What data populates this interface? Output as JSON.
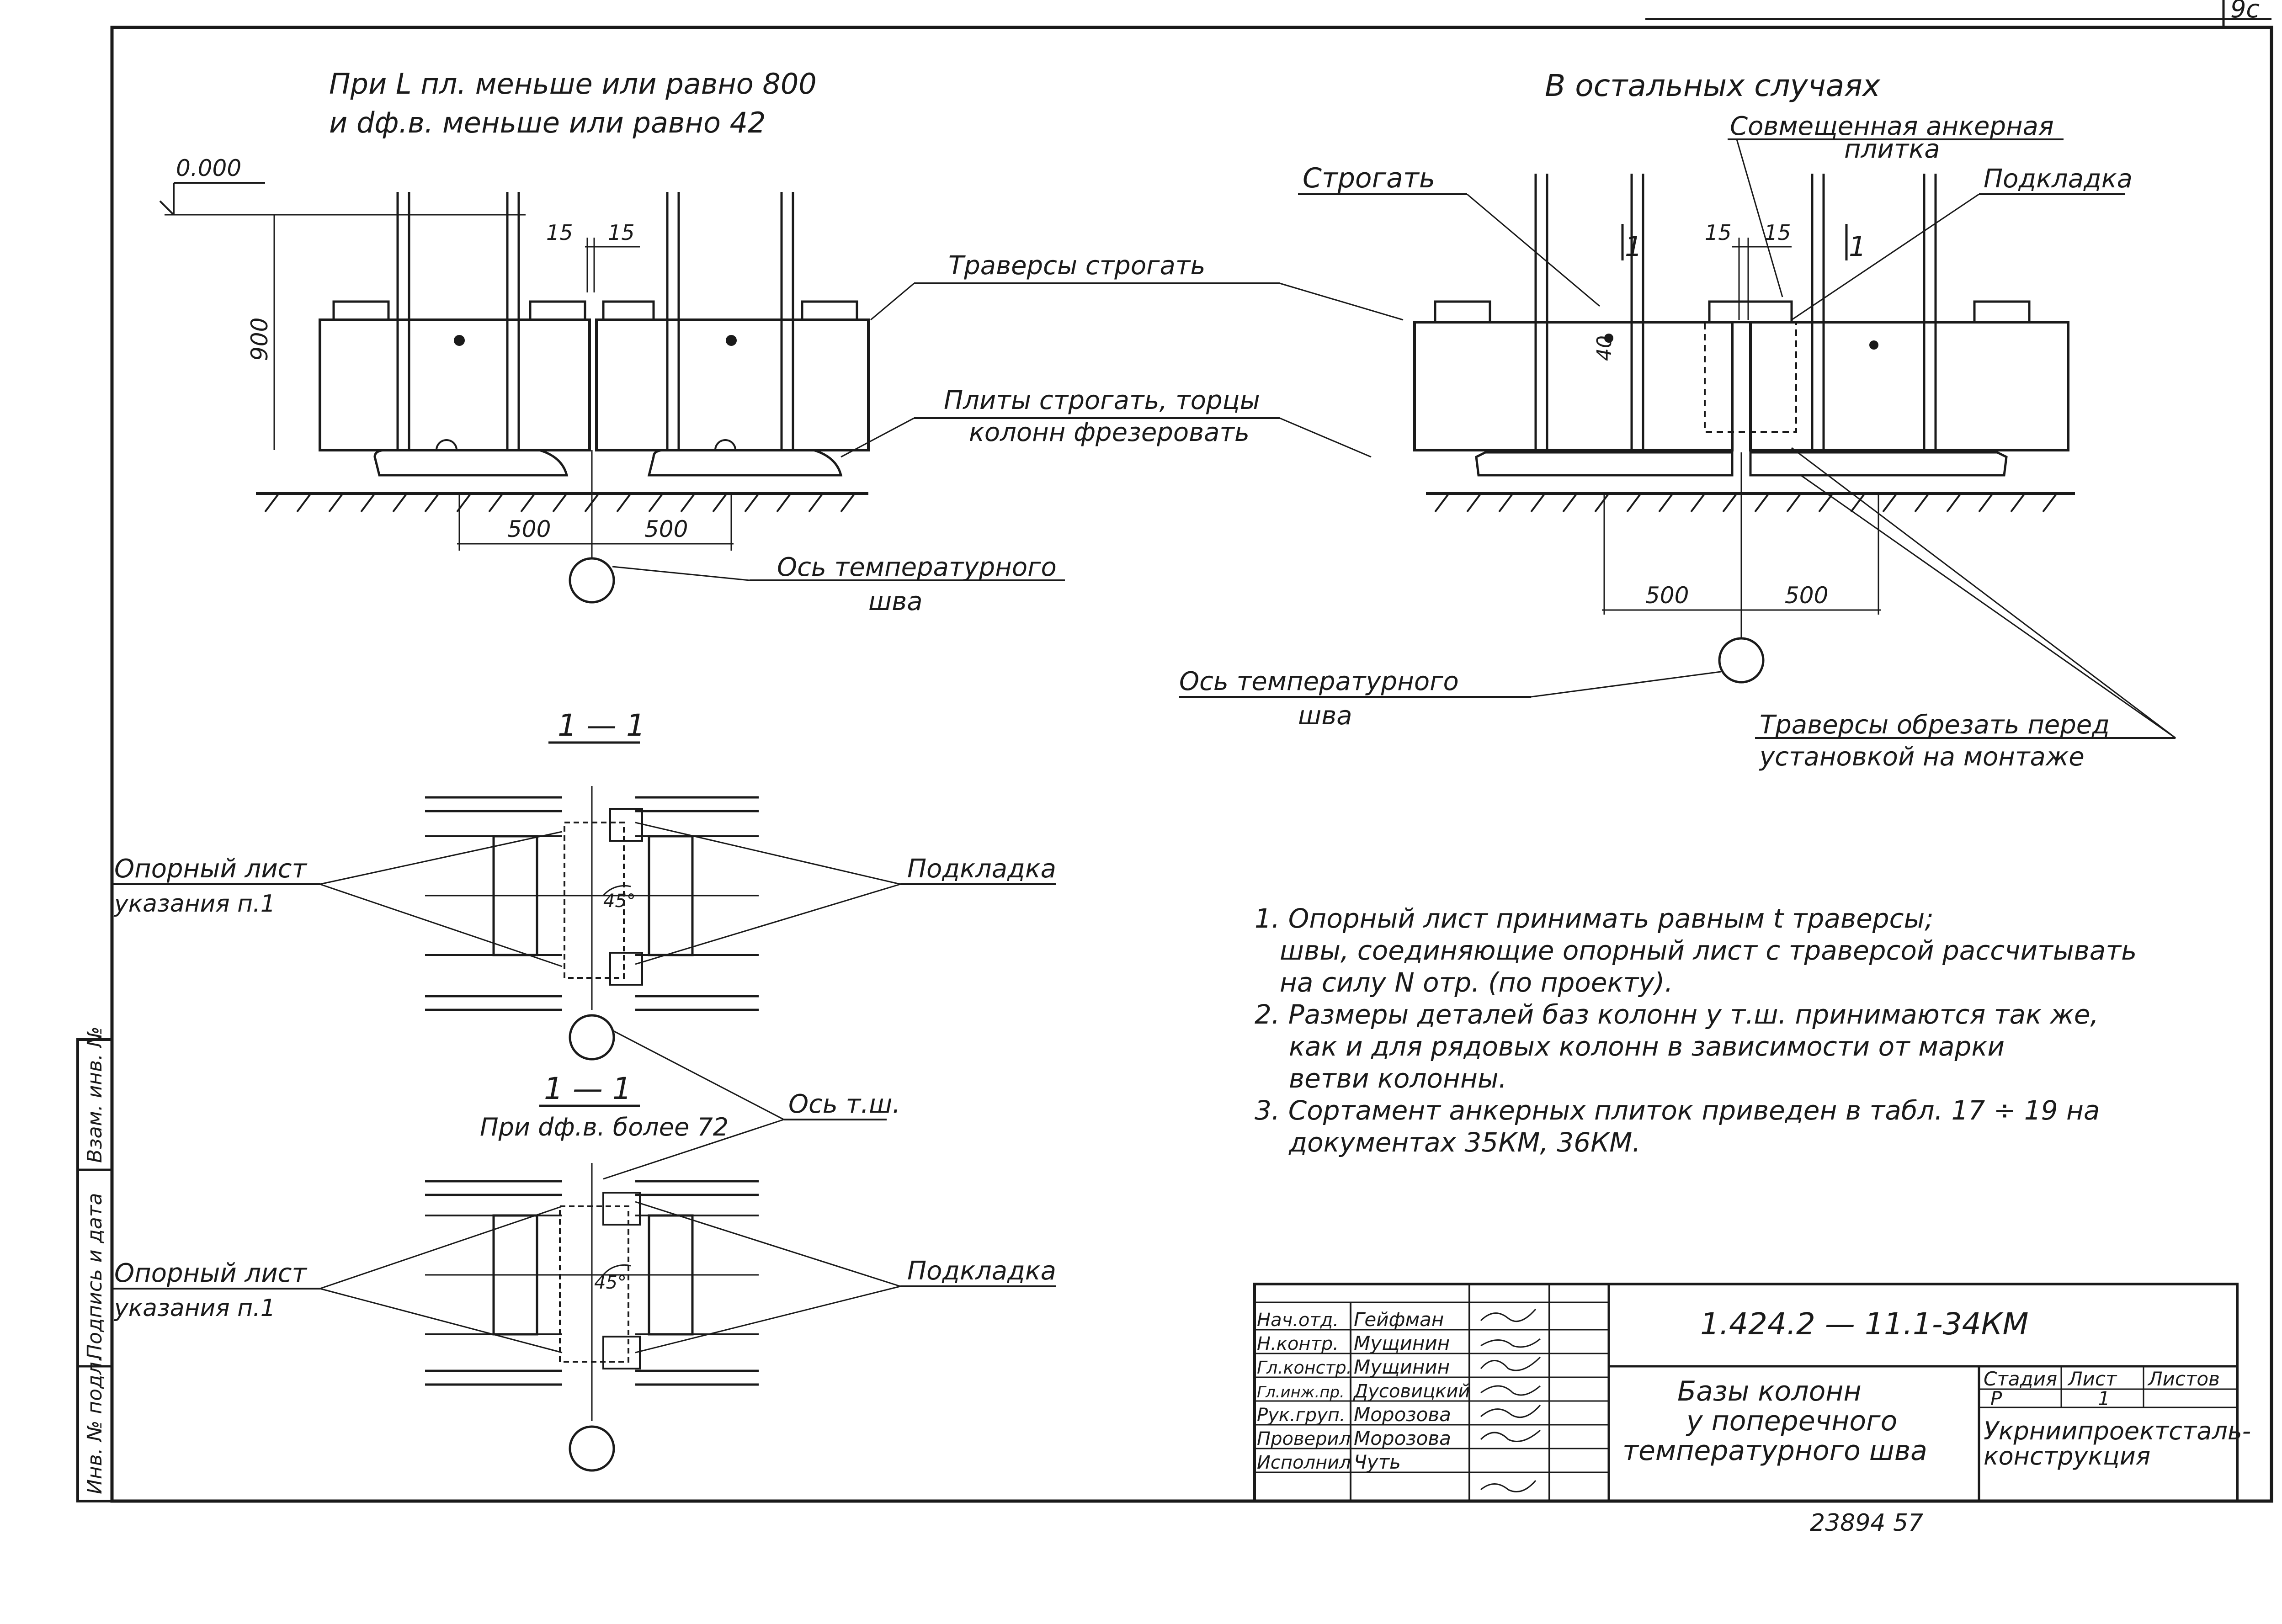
{
  "sheet_mark": "9с",
  "left_view": {
    "heading_1": "При L пл. меньше или равно 800",
    "heading_2": "и dф.в. меньше или равно 42",
    "level": "0.000",
    "height": "900",
    "gap_left": "15",
    "gap_right": "15",
    "dim_left": "500",
    "dim_right": "500",
    "axis_1": "Ось температурного",
    "axis_2": "шва"
  },
  "middle_labels": {
    "traverse_1": "Траверсы строгать",
    "plates_1": "Плиты строгать, торцы",
    "plates_2": "колонн фрезеровать"
  },
  "right_view": {
    "heading": "В остальных случаях",
    "combined_1": "Совмещенная анкерная",
    "combined_2": "плитка",
    "plane": "Строгать",
    "shim": "Подкладка",
    "section_mark": "1",
    "gap_left": "15",
    "gap_right": "15",
    "offset": "40",
    "dim_left": "500",
    "dim_right": "500",
    "axis_1": "Ось температурного",
    "axis_2": "шва",
    "cut_1": "Траверсы обрезать перед",
    "cut_2": "установкой на монтаже"
  },
  "section_a": {
    "title": "1 — 1",
    "support_1": "Опорный лист",
    "support_2": "указания п.1",
    "shim": "Подкладка",
    "angle": "45°"
  },
  "section_b": {
    "title": "1 — 1",
    "subtitle": "При dф.в. более 72",
    "axis": "Ось т.ш.",
    "support_1": "Опорный лист",
    "support_2": "указания п.1",
    "shim": "Подкладка",
    "angle": "45°"
  },
  "notes": [
    "1. Опорный лист принимать равным t траверсы;",
    "швы, соединяющие опорный лист с траверсой рассчитывать",
    "на силу N отр. (по проекту).",
    "2. Размеры деталей баз колонн у т.ш. принимаются так же,",
    "как и для рядовых колонн в зависимости от марки",
    "ветви колонны.",
    "3. Сортамент анкерных плиток приведен в табл. 17 ÷ 19 на",
    "документах 35КМ, 36КМ."
  ],
  "left_strip": {
    "inv_orig": "Инв. № подл.",
    "sign_date": "Подпись и дата",
    "replace_inv": "Взам. инв. №"
  },
  "title_block": {
    "code": "1.424.2 — 11.1-34КМ",
    "title_1": "Базы колонн",
    "title_2": "у поперечного",
    "title_3": "температурного шва",
    "stage_label": "Стадия",
    "sheet_label": "Лист",
    "sheets_label": "Листов",
    "stage": "Р",
    "sheet": "1",
    "org_1": "Укрниипроектсталь-",
    "org_2": "конструкция",
    "staff": [
      {
        "role": "Нач.отд.",
        "name": "Гейфман"
      },
      {
        "role": "Н.контр.",
        "name": "Мущинин"
      },
      {
        "role": "Гл.констр.",
        "name": "Мущинин"
      },
      {
        "role": "Гл.инж.пр.",
        "name": "Дусовицкий"
      },
      {
        "role": "Рук.груп.",
        "name": "Морозова"
      },
      {
        "role": "Проверил",
        "name": "Морозова"
      },
      {
        "role": "Исполнил",
        "name": "Чуть"
      }
    ]
  },
  "archive_number": "23894   57"
}
